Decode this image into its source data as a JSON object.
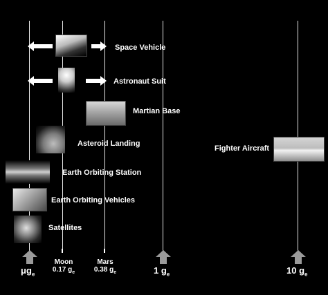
{
  "items": {
    "space_vehicle": "Space Vehicle",
    "astronaut_suit": "Astronaut Suit",
    "martian_base": "Martian Base",
    "asteroid_landing": "Asteroid Landing",
    "earth_orbiting_station": "Earth Orbiting Station",
    "earth_orbiting_vehicles": "Earth Orbiting Vehicles",
    "satellites": "Satellites",
    "fighter_aircraft": "Fighter Aircraft"
  },
  "axis": {
    "micro_g": "μg",
    "micro_g_sub": "e",
    "moon": "Moon",
    "moon_value": "0.17 g",
    "moon_sub": "e",
    "mars": "Mars",
    "mars_value": "0.38 g",
    "mars_sub": "e",
    "one_g": "1 g",
    "one_g_sub": "e",
    "ten_g": "10 g",
    "ten_g_sub": "e"
  },
  "colors": {
    "background": "#000000",
    "line": "#e8e8e8",
    "arrow": "#9a9a9a"
  }
}
